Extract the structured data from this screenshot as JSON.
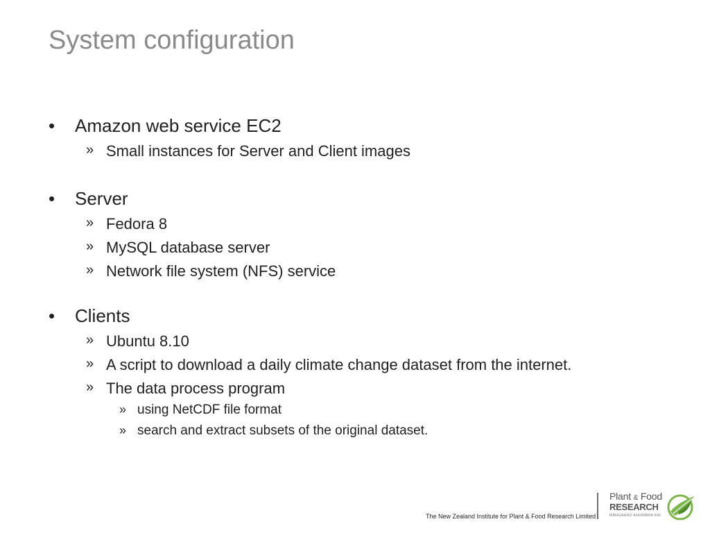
{
  "slide": {
    "title": "System configuration",
    "bullets": [
      {
        "level": 1,
        "marker": "•",
        "text": "Amazon web service EC2"
      },
      {
        "level": 2,
        "marker": "»",
        "text": "Small instances for Server and Client images"
      },
      {
        "level": 1,
        "marker": "•",
        "text": "Server"
      },
      {
        "level": 2,
        "marker": "»",
        "text": "Fedora 8"
      },
      {
        "level": 2,
        "marker": "»",
        "text": "MySQL database server"
      },
      {
        "level": 2,
        "marker": "»",
        "text": "Network file system (NFS) service"
      },
      {
        "level": 1,
        "marker": "•",
        "text": "Clients"
      },
      {
        "level": 2,
        "marker": "»",
        "text": "Ubuntu 8.10"
      },
      {
        "level": 2,
        "marker": "»",
        "text": "A script to download a daily climate change dataset from the internet."
      },
      {
        "level": 2,
        "marker": "»",
        "text": "The data process program"
      },
      {
        "level": 3,
        "marker": "»",
        "text": "using NetCDF file format"
      },
      {
        "level": 3,
        "marker": "»",
        "text": "search and extract subsets of the original dataset."
      }
    ]
  },
  "footer": {
    "institute": "The New Zealand Institute for Plant & Food Research Limited",
    "logo": {
      "line1_a": "Plant",
      "line1_amp": "&",
      "line1_b": "Food",
      "line2": "RESEARCH",
      "line3": "RANGAHAU AHUMĀRA KAI",
      "icon": "leaf-circle-icon",
      "colors": {
        "green": "#7ab648",
        "dark_green": "#4a8c2a",
        "grey": "#555555"
      }
    }
  },
  "colors": {
    "title": "#8a8a8a",
    "body_text": "#1f1f1f",
    "background": "#ffffff"
  }
}
